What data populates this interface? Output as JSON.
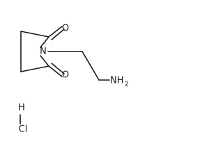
{
  "molecule": {
    "atoms": {
      "oxygen_top": "O",
      "nitrogen_ring": "N",
      "oxygen_bottom": "O",
      "amine_n": "NH",
      "amine_subscript": "2",
      "hydrogen": "H",
      "chlorine": "Cl"
    }
  }
}
